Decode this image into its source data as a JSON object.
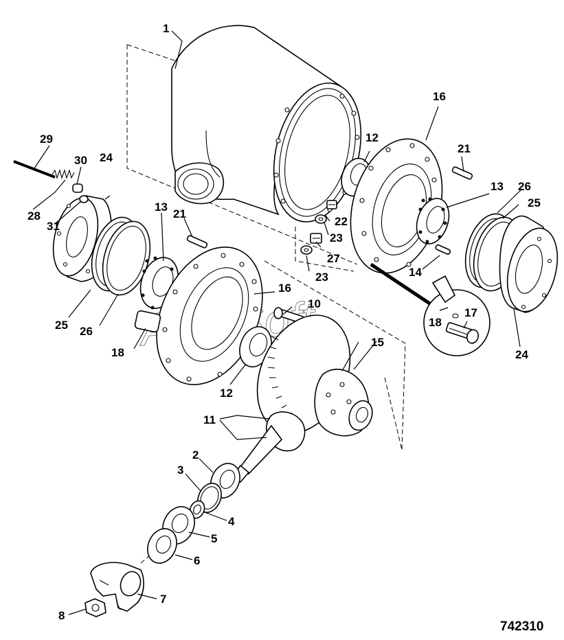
{
  "diagram": {
    "reference_number": "742310",
    "watermark": "AutoSoft",
    "callouts": [
      "1",
      "2",
      "3",
      "4",
      "5",
      "6",
      "7",
      "8",
      "10",
      "11",
      "11",
      "12",
      "12",
      "13",
      "13",
      "14",
      "15",
      "16",
      "16",
      "17",
      "18",
      "18",
      "21",
      "21",
      "22",
      "23",
      "23",
      "24",
      "24",
      "25",
      "25",
      "26",
      "26",
      "27",
      "28",
      "29",
      "30",
      "31"
    ]
  }
}
